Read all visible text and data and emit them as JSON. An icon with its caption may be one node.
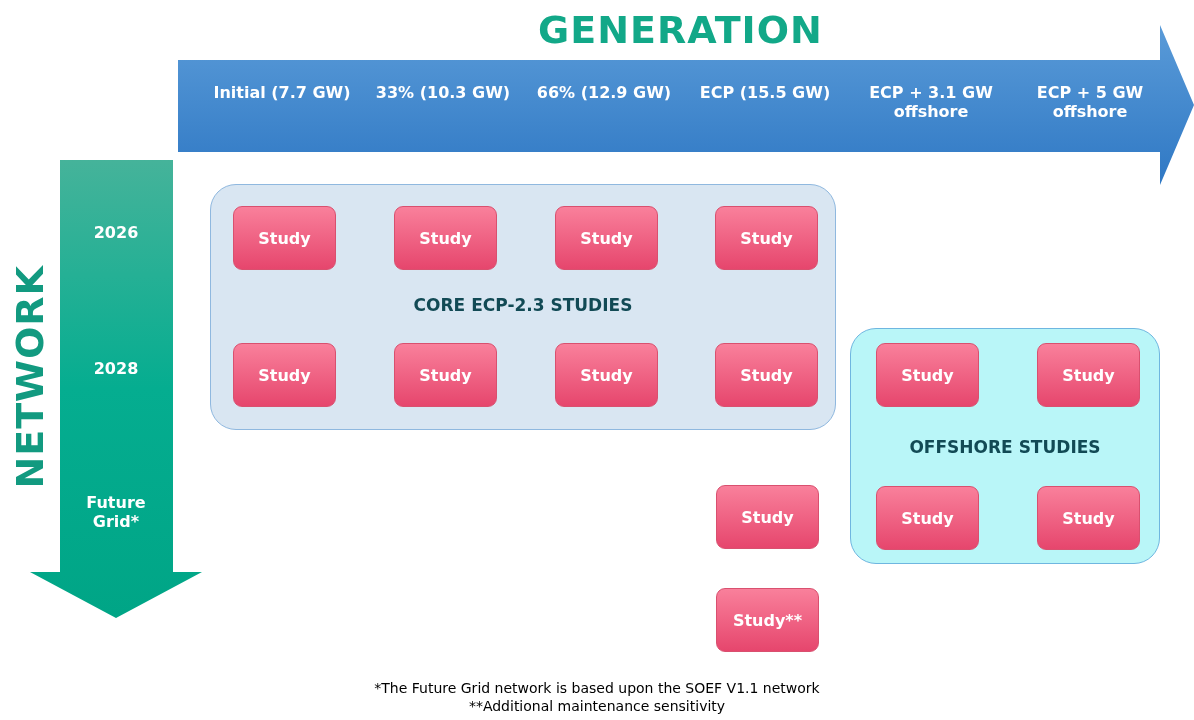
{
  "diagram": {
    "nodes": [
      {
        "text": [
          "GENERATION",
          "Initial (7.7 GW)",
          "33% (10.3 GW)",
          "66% (12.9 GW)",
          "ECP (15.5 GW)",
          "ECP + 3.1 GW offshore",
          "ECP + 5 GW offshore"
        ]
      },
      {
        "text": [
          "NETWORK",
          "2026",
          "2028",
          "Future Grid*"
        ]
      },
      {
        "text": [
          "CORE ECP-2.3 STUDIES"
        ]
      },
      {
        "text": [
          "Study"
        ],
        "in": 2
      },
      {
        "text": [
          "Study"
        ],
        "in": 2
      },
      {
        "text": [
          "Study"
        ],
        "in": 2
      },
      {
        "text": [
          "Study"
        ],
        "in": 2
      },
      {
        "text": [
          "Study"
        ],
        "in": 2
      },
      {
        "text": [
          "Study"
        ],
        "in": 2
      },
      {
        "text": [
          "Study"
        ],
        "in": 2
      },
      {
        "text": [
          "Study"
        ],
        "in": 2
      },
      {
        "text": [
          "OFFSHORE STUDIES"
        ]
      },
      {
        "text": [
          "Study"
        ],
        "in": 11
      },
      {
        "text": [
          "Study"
        ],
        "in": 11
      },
      {
        "text": [
          "Study"
        ],
        "in": 11
      },
      {
        "text": [
          "Study"
        ],
        "in": 11
      },
      {
        "text": [
          "Study"
        ]
      },
      {
        "text": [
          "Study**"
        ]
      }
    ],
    "edges": [],
    "labels": [
      "*The Future Grid network is based upon the SOEF V1.1 network",
      "**Additional maintenance sensitivity"
    ]
  }
}
